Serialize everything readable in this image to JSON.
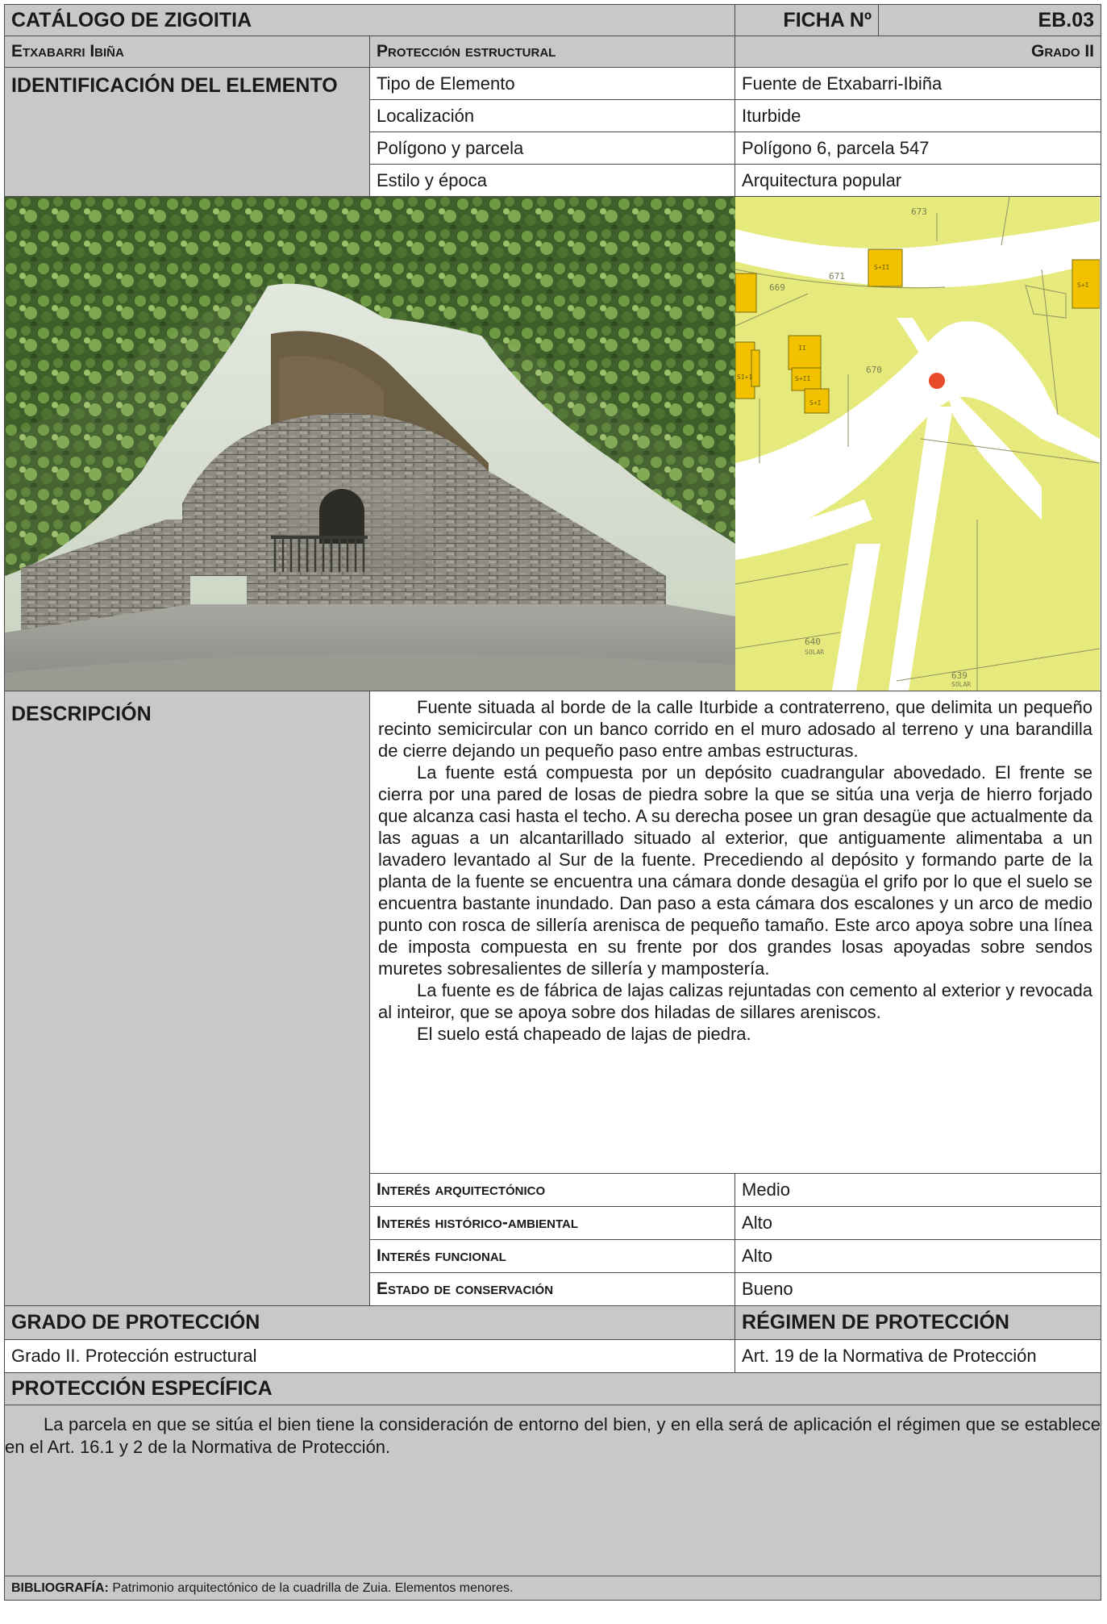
{
  "header": {
    "catalog_title": "CATÁLOGO DE ZIGOITIA",
    "ficha_label": "FICHA Nº",
    "ficha_number": "EB.03",
    "location_name": "Etxabarri Ibiña",
    "protection_type": "Protección estructural",
    "grade": "Grado II"
  },
  "identification": {
    "heading": "IDENTIFICACIÓN DEL ELEMENTO",
    "rows": [
      {
        "label": "Tipo de Elemento",
        "value": "Fuente de Etxabarri-Ibiña"
      },
      {
        "label": "Localización",
        "value": "Iturbide"
      },
      {
        "label": "Polígono y parcela",
        "value": "Polígono 6, parcela 547"
      },
      {
        "label": "Estilo y época",
        "value": "Arquitectura popular"
      }
    ]
  },
  "map": {
    "parcel_labels": [
      "673",
      "671",
      "669",
      "670",
      "640",
      "639"
    ],
    "solar_label": "SOLAR",
    "building_labels": [
      "S+II",
      "II",
      "S+II",
      "S+I",
      "SI+I",
      "S+I"
    ],
    "colors": {
      "parcel": "#e6e97c",
      "building": "#f2c200",
      "road": "#ffffff",
      "marker": "#e84a2a"
    }
  },
  "description": {
    "heading": "DESCRIPCIÓN",
    "paragraphs": [
      "Fuente situada al borde de la calle Iturbide a contraterreno, que delimita un pequeño recinto semicircular con un banco corrido en el muro adosado al terreno y una barandilla de cierre dejando un pequeño paso entre ambas estructuras.",
      "La fuente está compuesta por un depósito cuadrangular abovedado. El frente se cierra por una pared de losas de piedra sobre la que se sitúa una verja de hierro forjado que alcanza casi hasta el techo. A su derecha posee un gran desagüe que actualmente da las aguas a un alcantarillado situado al exterior, que antiguamente alimentaba a un lavadero levantado al Sur de la fuente. Precediendo al depósito y formando parte de la planta de la fuente se encuentra una cámara donde desagüa el grifo por lo que el suelo se encuentra bastante inundado. Dan paso a esta cámara dos escalones y un arco de medio punto con rosca de sillería arenisca de pequeño tamaño. Este arco apoya sobre una línea de imposta compuesta en su frente por dos grandes losas apoyadas sobre sendos muretes sobresalientes de sillería y mampostería.",
      "La fuente es de fábrica de lajas calizas rejuntadas con cemento al exterior y revocada al inteiror, que se apoya sobre dos hiladas de sillares areniscos.",
      "El suelo está chapeado de lajas de piedra."
    ]
  },
  "interest": [
    {
      "label": "Interés arquitectónico",
      "value": "Medio"
    },
    {
      "label": "Interés histórico-ambiental",
      "value": "Alto"
    },
    {
      "label": "Interés funcional",
      "value": "Alto"
    },
    {
      "label": "Estado de conservación",
      "value": "Bueno"
    }
  ],
  "protection": {
    "grade_heading": "GRADO DE PROTECCIÓN",
    "regime_heading": "RÉGIMEN DE PROTECCIÓN",
    "grade_value": "Grado II. Protección estructural",
    "regime_value": "Art. 19 de la Normativa de Protección"
  },
  "specific": {
    "heading": "PROTECCIÓN ESPECÍFICA",
    "text": "La parcela en que se sitúa el bien tiene la consideración de entorno del bien, y en ella será de aplicación el régimen que se establece en el Art. 16.1 y 2 de la Normativa de Protección."
  },
  "bibliography": {
    "label": "BIBLIOGRAFÍA:",
    "text": "Patrimonio arquitectónico de la cuadrilla de Zuia. Elementos menores."
  }
}
